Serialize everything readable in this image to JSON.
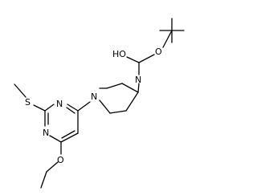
{
  "molecule": {
    "atom_labels": {
      "ho": "HO",
      "o_ester": "O",
      "nh": "N",
      "n_pip": "N",
      "n_pyr1": "N",
      "n_pyr2": "N",
      "s": "S",
      "o_ether": "O"
    },
    "colors": {
      "bond": "#000000",
      "label": "#000000",
      "background": "#ffffff"
    }
  }
}
